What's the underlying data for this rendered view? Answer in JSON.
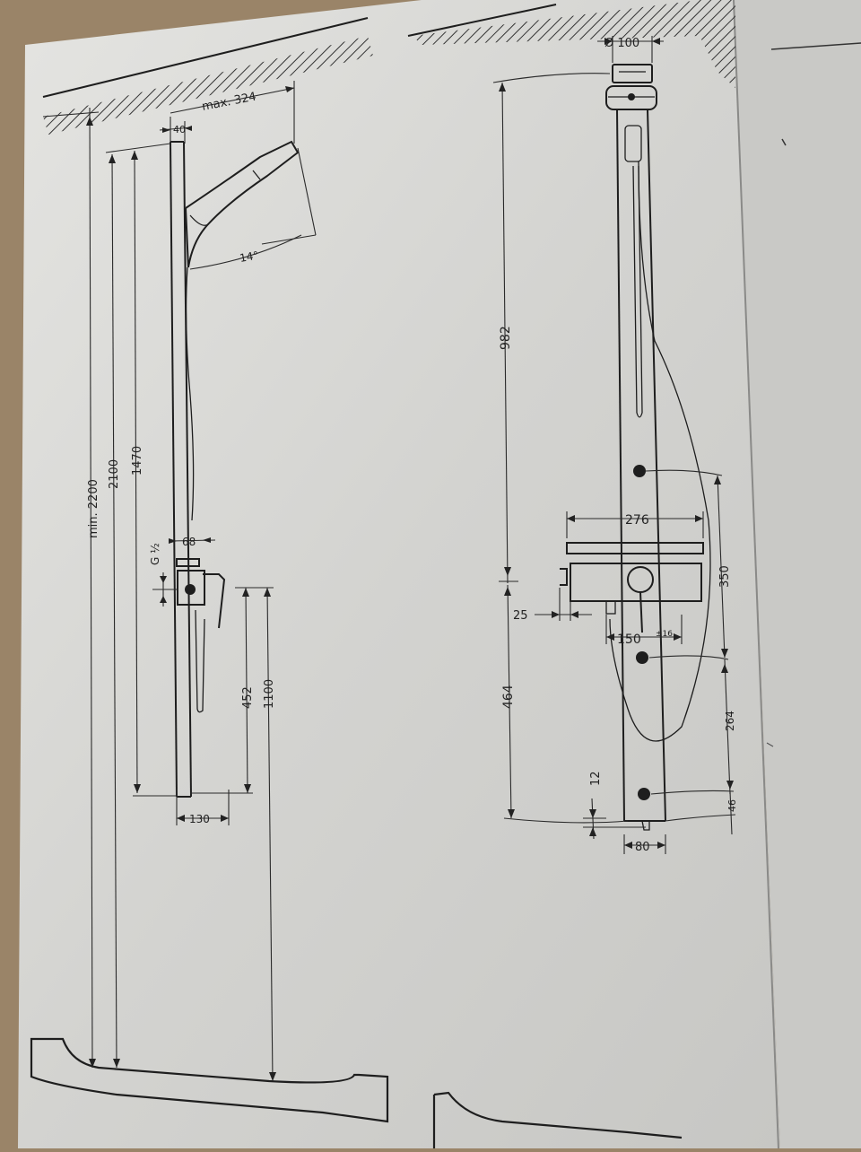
{
  "side_view": {
    "max_label": "max. 324",
    "d40": "40",
    "angle": "14°",
    "min_label": "min. 2200",
    "d2100": "2100",
    "d1470": "1470",
    "d68": "68",
    "thread": "G ½",
    "d452": "452",
    "d1100": "1100",
    "d130": "130"
  },
  "front_view": {
    "diameter": "Ø 100",
    "d982": "982",
    "d276": "276",
    "d350": "350",
    "d25": "25",
    "d150": "150",
    "tol": "±16",
    "d464": "464",
    "d264": "264",
    "d12": "12",
    "d46": "46",
    "d80": "80"
  },
  "colors": {
    "paper": "#d9d9d6",
    "ink": "#1e1e1e",
    "background": "#9a8468"
  }
}
